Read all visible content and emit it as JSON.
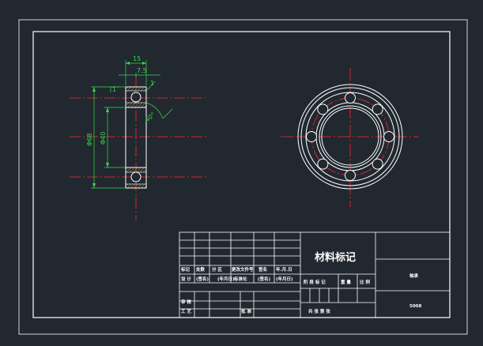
{
  "drawing": {
    "dimensions": {
      "width_total": "15",
      "width_partial": "7.5",
      "chamfer_top": "1",
      "chamfer_side": "1",
      "angle": "40°",
      "outer_diameter": "Φ68",
      "inner_diameter": "Φ40"
    }
  },
  "title_block": {
    "material_mark": "材料标记",
    "part_name": "轴承",
    "drawing_number": "5008",
    "row_header": {
      "mark": "标记",
      "count": "处数",
      "zone": "分 区",
      "change_doc": "更改文件号",
      "sign": "签名",
      "date": "年.月.日"
    },
    "row_design": {
      "design": "设 计",
      "signature": "(签名)",
      "date": "(年月日)",
      "standardize": "标准化",
      "signature2": "(签名)",
      "date2": "(年月日)"
    },
    "stage_labels": {
      "stage_mark": "阶 段 标 记",
      "weight": "重 量",
      "scale": "比 例"
    },
    "row_audit": "审 核",
    "row_process": "工 艺",
    "approve": "批 准",
    "sheets": "共  张  第  张"
  },
  "colors": {
    "background": "#212830",
    "border": "#ffffff",
    "center_line": "#ff2a2a",
    "dimension": "#39d94a",
    "hatch": "#d8c14a"
  }
}
